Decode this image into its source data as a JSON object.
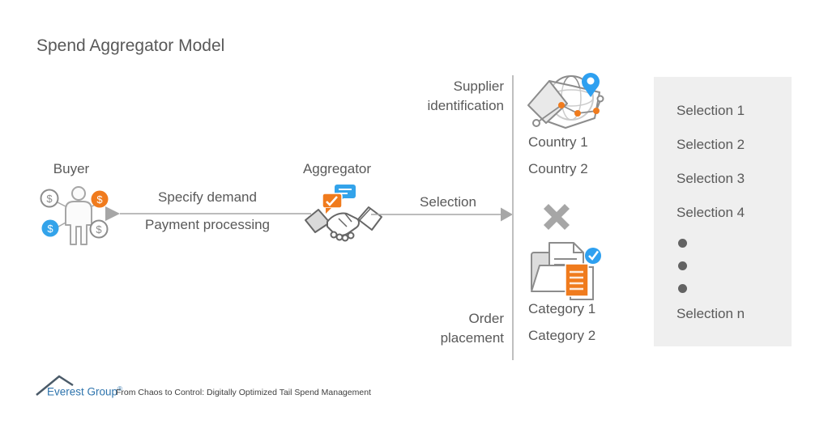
{
  "title": "Spend Aggregator Model",
  "flow": {
    "buyer_label": "Buyer",
    "aggregator_label": "Aggregator",
    "buyer_to_aggregator_top": "Specify demand",
    "buyer_to_aggregator_bottom": "Payment processing",
    "aggregator_to_outcomes_label": "Selection"
  },
  "outcomes": {
    "supplier_identification_label": "Supplier identification",
    "countries": [
      "Country 1",
      "Country 2"
    ],
    "order_placement_label": "Order placement",
    "categories": [
      "Category 1",
      "Category 2"
    ]
  },
  "selection_panel": {
    "items": [
      "Selection 1",
      "Selection 2",
      "Selection 3",
      "Selection 4"
    ],
    "ellipsis_dot_count": 3,
    "last_item": "Selection n"
  },
  "icons": {
    "buyer": "person-with-currency-coins-icon",
    "aggregator": "handshake-with-chat-bubbles-icon",
    "supplier_identification": "map-globe-location-pin-icon",
    "no_match": "x-mark-icon",
    "order_placement": "folder-documents-approved-icon",
    "brand": "mountain-peak-icon"
  },
  "colors": {
    "accent_orange": "#f07b1d",
    "accent_blue": "#33a3ea",
    "pin_blue": "#2ea0f0",
    "text_gray": "#595959",
    "arrow_gray": "#a6a6a6",
    "divider_gray": "#bfbfbf",
    "panel_gray": "#efefef",
    "brand_blue": "#2e74ad"
  },
  "footer": {
    "brand": "Everest Group",
    "registered_mark": "®",
    "tagline": "From Chaos to Control: Digitally Optimized Tail Spend Management"
  }
}
